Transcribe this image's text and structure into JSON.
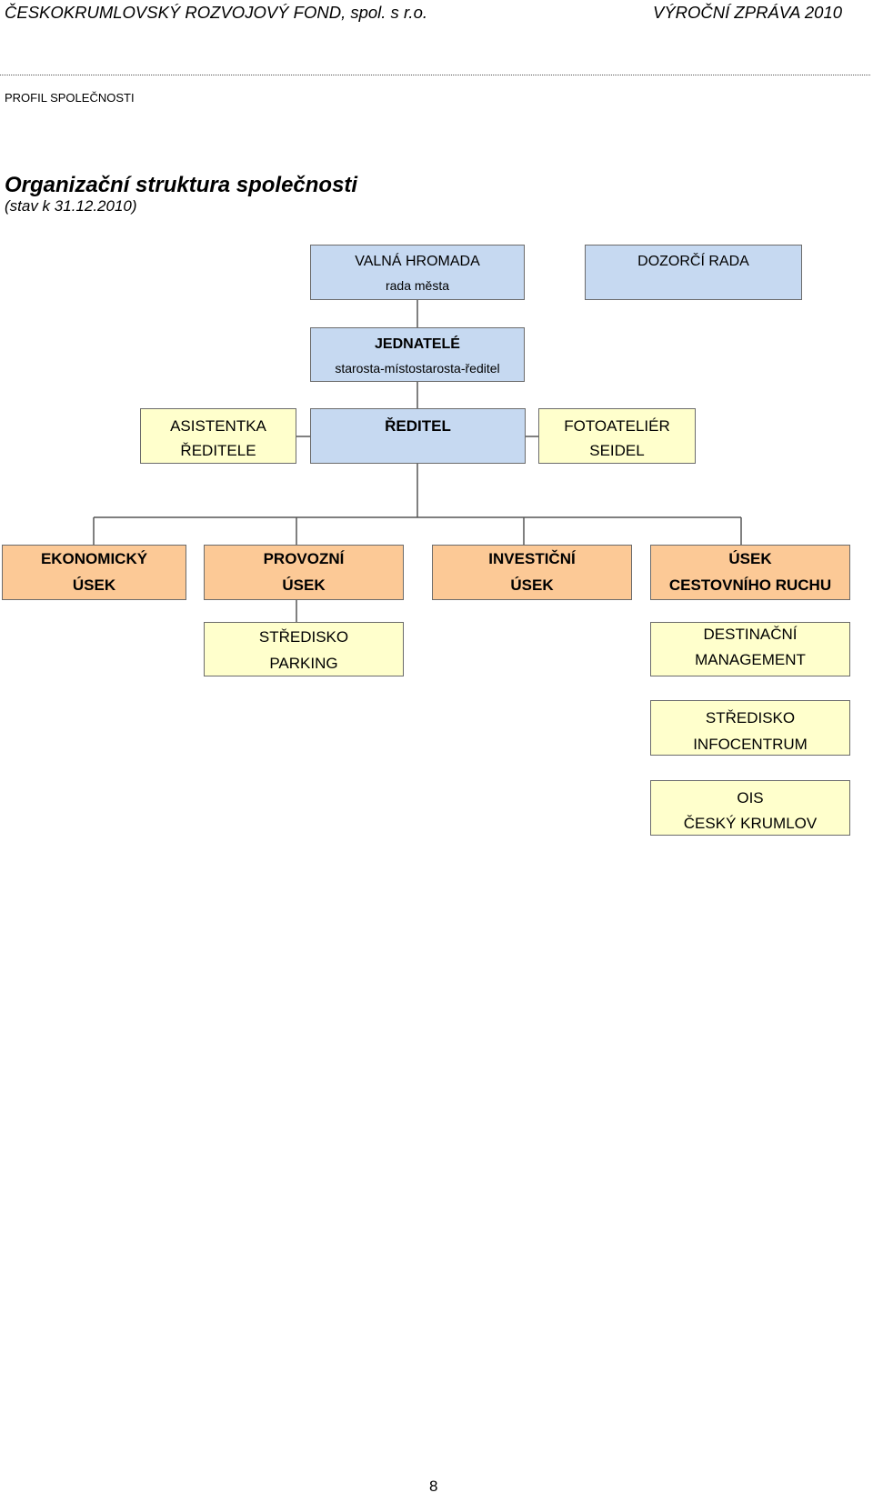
{
  "header": {
    "company": "ČESKOKRUMLOVSKÝ ROZVOJOVÝ FOND, spol. s r.o.",
    "report": "VÝROČNÍ ZPRÁVA 2010"
  },
  "section": "PROFIL SPOLEČNOSTI",
  "title": "Organizační struktura společnosti",
  "subtitle": "(stav k 31.12.2010)",
  "org": {
    "valna_hromada": {
      "title": "VALNÁ HROMADA",
      "subtitle": "rada města"
    },
    "dozorci_rada": {
      "title": "DOZORČÍ RADA"
    },
    "jednatele": {
      "title": "JEDNATELÉ",
      "subtitle": "starosta-místostarosta-ředitel"
    },
    "asistentka": {
      "line1": "ASISTENTKA",
      "line2": "ŘEDITELE"
    },
    "reditel": {
      "title": "ŘEDITEL"
    },
    "fotoatelier": {
      "line1": "FOTOATELIÉR",
      "line2": "SEIDEL"
    },
    "ekonomicky": {
      "line1": "EKONOMICKÝ",
      "line2": "ÚSEK"
    },
    "provozni": {
      "line1": "PROVOZNÍ",
      "line2": "ÚSEK"
    },
    "investicni": {
      "line1": "INVESTIČNÍ",
      "line2": "ÚSEK"
    },
    "cestovni": {
      "line1": "ÚSEK",
      "line2": "CESTOVNÍHO RUCHU"
    },
    "parking": {
      "line1": "STŘEDISKO",
      "line2": "PARKING"
    },
    "destinacni": {
      "line1": "DESTINAČNÍ",
      "line2": "MANAGEMENT"
    },
    "infocentrum": {
      "line1": "STŘEDISKO",
      "line2": "INFOCENTRUM"
    },
    "ois": {
      "line1": "OIS",
      "line2": "ČESKÝ KRUMLOV"
    }
  },
  "colors": {
    "governance": "#c6d9f1",
    "staff": "#ffffcc",
    "division": "#fcc996"
  },
  "page_number": "8"
}
